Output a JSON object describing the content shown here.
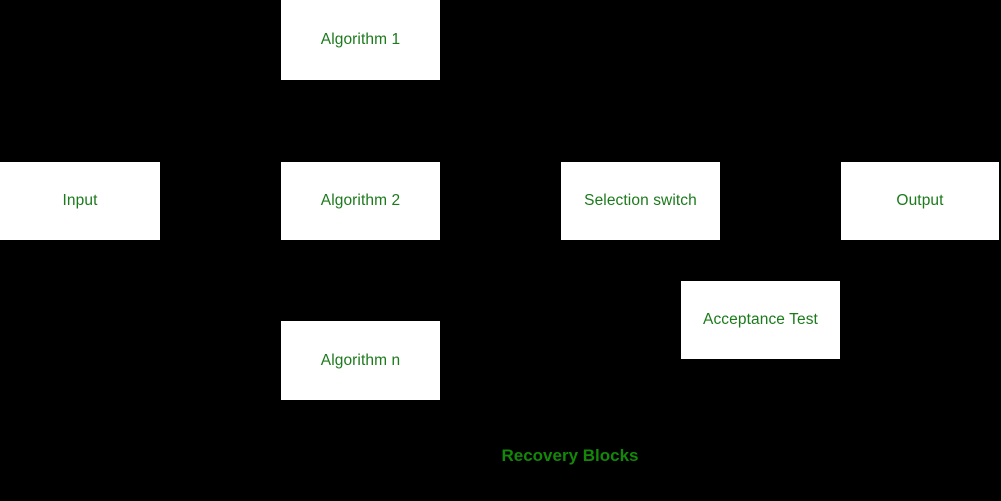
{
  "diagram": {
    "title": "Recovery Blocks",
    "background_color": "#000000",
    "node_fill_color": "#FFFFFF",
    "node_text_color": "#1B7A1B",
    "caption_text_color": "#138808",
    "nodes": [
      {
        "id": "algorithm-1",
        "label": "Algorithm 1"
      },
      {
        "id": "input",
        "label": "Input"
      },
      {
        "id": "algorithm-2",
        "label": "Algorithm 2"
      },
      {
        "id": "selection-switch",
        "label": "Selection switch"
      },
      {
        "id": "output",
        "label": "Output"
      },
      {
        "id": "acceptance-test",
        "label": "Acceptance Test"
      },
      {
        "id": "algorithm-n",
        "label": "Algorithm n"
      }
    ],
    "caption": "Recovery Blocks"
  }
}
